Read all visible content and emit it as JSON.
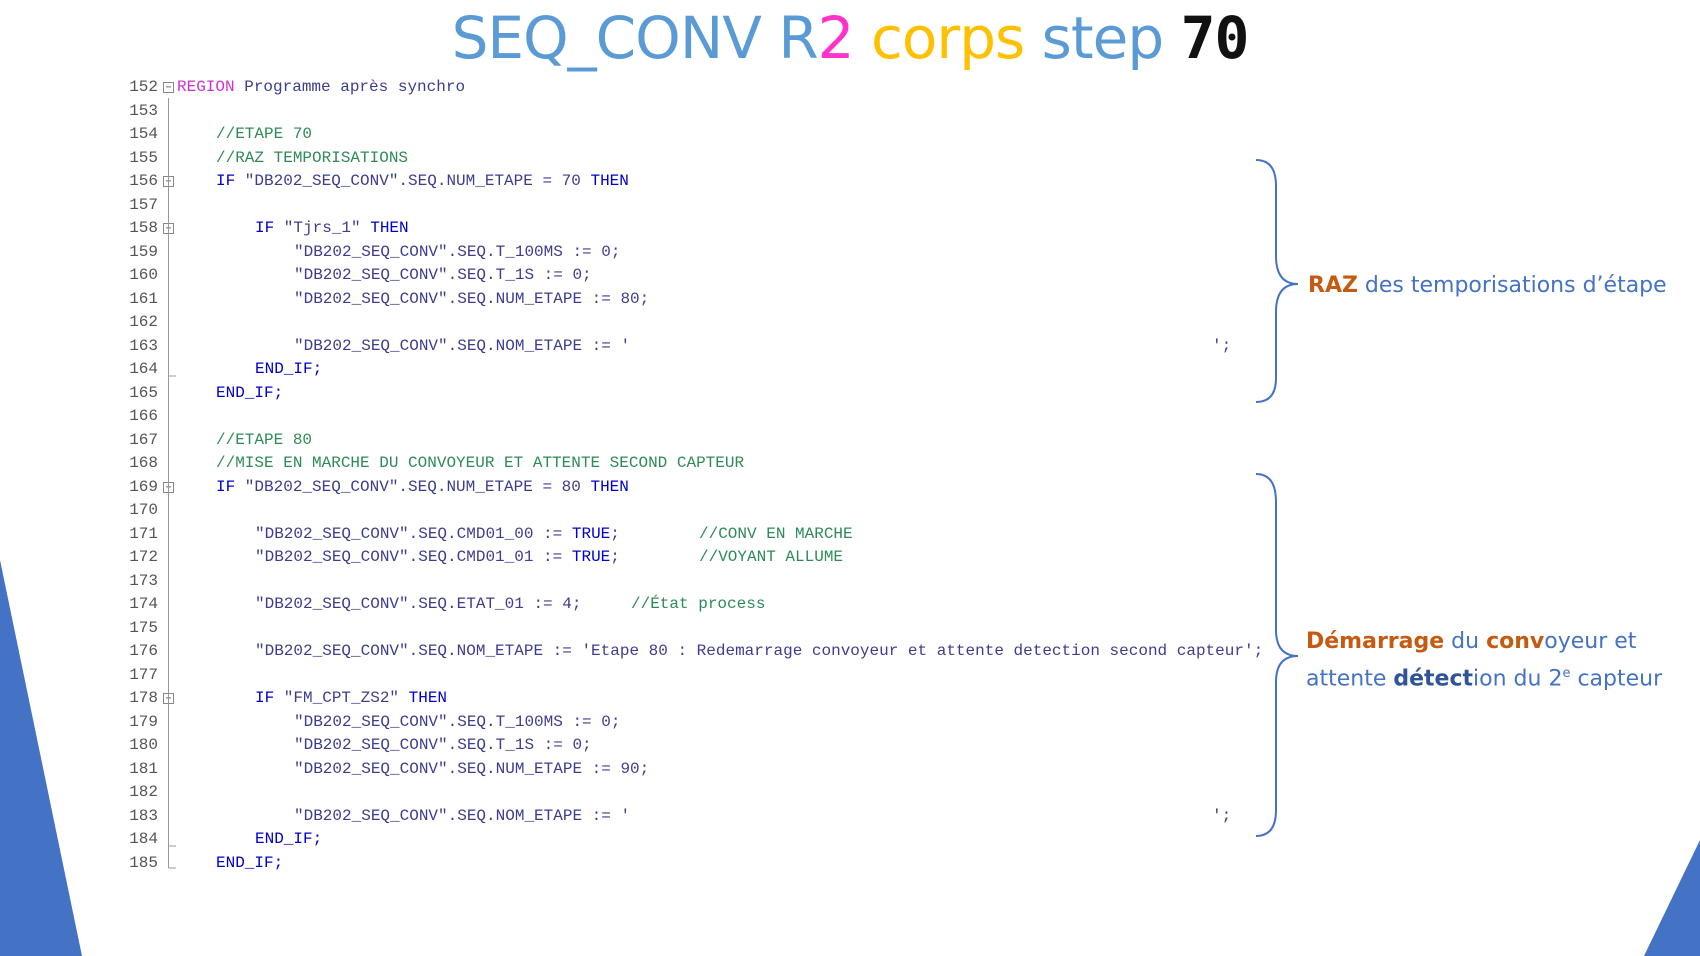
{
  "title": {
    "part1": "SEQ_CONV ",
    "part2": "R",
    "part3": "2",
    "part4": " corps",
    "part5": " step ",
    "part6": "70"
  },
  "code_lines": [
    {
      "n": "152",
      "fold": true
    },
    {
      "n": "153"
    },
    {
      "n": "154"
    },
    {
      "n": "155"
    },
    {
      "n": "156",
      "fold": true
    },
    {
      "n": "157"
    },
    {
      "n": "158",
      "fold": true
    },
    {
      "n": "159"
    },
    {
      "n": "160"
    },
    {
      "n": "161"
    },
    {
      "n": "162"
    },
    {
      "n": "163"
    },
    {
      "n": "164"
    },
    {
      "n": "165"
    },
    {
      "n": "166"
    },
    {
      "n": "167"
    },
    {
      "n": "168"
    },
    {
      "n": "169",
      "fold": true
    },
    {
      "n": "170"
    },
    {
      "n": "171"
    },
    {
      "n": "172"
    },
    {
      "n": "173"
    },
    {
      "n": "174"
    },
    {
      "n": "175"
    },
    {
      "n": "176"
    },
    {
      "n": "177"
    },
    {
      "n": "178",
      "fold": true
    },
    {
      "n": "179"
    },
    {
      "n": "180"
    },
    {
      "n": "181"
    },
    {
      "n": "182"
    },
    {
      "n": "183"
    },
    {
      "n": "184"
    },
    {
      "n": "185"
    }
  ],
  "code": {
    "l152_kw": "REGION",
    "l152_txt": " Programme après synchro",
    "l154": "//ETAPE 70",
    "l155": "//RAZ TEMPORISATIONS",
    "l156_a": "IF",
    "l156_b": " \"DB202_SEQ_CONV\".SEQ.NUM_ETAPE = 70 ",
    "l156_c": "THEN",
    "l158_a": "IF",
    "l158_b": " \"Tjrs_1\" ",
    "l158_c": "THEN",
    "l159": "\"DB202_SEQ_CONV\".SEQ.T_100MS := 0;",
    "l160": "\"DB202_SEQ_CONV\".SEQ.T_1S := 0;",
    "l161": "\"DB202_SEQ_CONV\".SEQ.NUM_ETAPE := 80;",
    "l163_a": "\"DB202_SEQ_CONV\".SEQ.NOM_ETAPE := '",
    "l163_b": "';",
    "l164": "END_IF;",
    "l165": "END_IF;",
    "l167": "//ETAPE 80",
    "l168": "//MISE EN MARCHE DU CONVOYEUR ET ATTENTE SECOND CAPTEUR",
    "l169_a": "IF",
    "l169_b": " \"DB202_SEQ_CONV\".SEQ.NUM_ETAPE = 80 ",
    "l169_c": "THEN",
    "l171_a": "\"DB202_SEQ_CONV\".SEQ.CMD01_00 := ",
    "l171_b": "TRUE",
    "l171_c": ";",
    "l171_cm": "//CONV EN MARCHE",
    "l172_a": "\"DB202_SEQ_CONV\".SEQ.CMD01_01 := ",
    "l172_b": "TRUE",
    "l172_c": ";",
    "l172_cm": "//VOYANT ALLUME",
    "l174_a": "\"DB202_SEQ_CONV\".SEQ.ETAT_01 := 4;",
    "l174_cm": "//État process",
    "l176": "\"DB202_SEQ_CONV\".SEQ.NOM_ETAPE := 'Etape 80 : Redemarrage convoyeur et attente detection second capteur';",
    "l178_a": "IF",
    "l178_b": " \"FM_CPT_ZS2\" ",
    "l178_c": "THEN",
    "l179": "\"DB202_SEQ_CONV\".SEQ.T_100MS := 0;",
    "l180": "\"DB202_SEQ_CONV\".SEQ.T_1S := 0;",
    "l181": "\"DB202_SEQ_CONV\".SEQ.NUM_ETAPE := 90;",
    "l183_a": "\"DB202_SEQ_CONV\".SEQ.NOM_ETAPE := '",
    "l183_b": "';",
    "l184": "END_IF;",
    "l185": "END_IF;"
  },
  "annotations": {
    "raz_bold": "RAZ",
    "raz_rest": " des temporisations d’étape",
    "dem_1": "Démarrage",
    "dem_2": " du ",
    "dem_3": "conv",
    "dem_4": "oyeur et",
    "dem_5": "attente ",
    "dem_6": "détect",
    "dem_7": "ion du 2",
    "dem_8": "e",
    "dem_9": "  capteur"
  },
  "colors": {
    "accent_blue": "#5b9bd5",
    "triangle": "#4472c4",
    "orange": "#c55a11"
  }
}
